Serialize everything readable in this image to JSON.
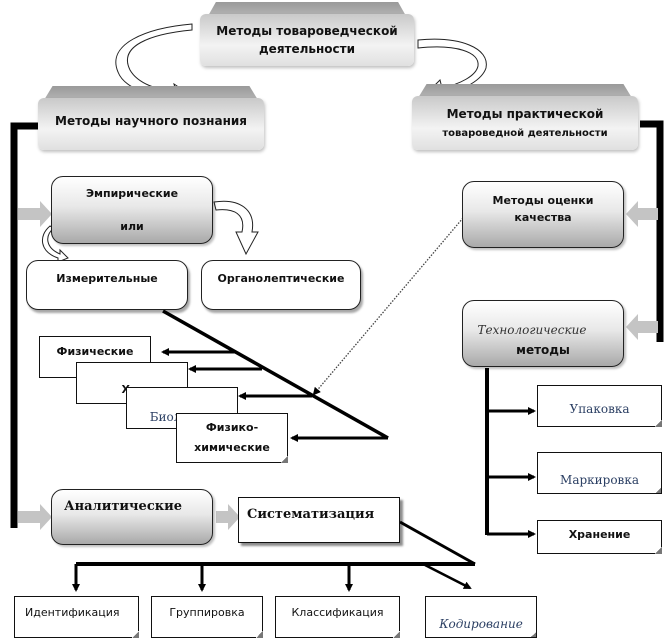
{
  "title": {
    "line1": "Методы товароведческой",
    "line2": "деятельности"
  },
  "scientific": {
    "label": "Методы научного познания"
  },
  "practical": {
    "line1": "Методы  практической",
    "line2": "товароведной   деятельности"
  },
  "empirical": {
    "line1": "Эмпирические",
    "line2": "или"
  },
  "measuring": {
    "label": "Измерительные"
  },
  "organoleptic": {
    "label": "Органолептические"
  },
  "measuring_types": [
    {
      "label": "Физические"
    },
    {
      "label": "Х..."
    },
    {
      "label": "Биологи..."
    },
    {
      "line1": "Физико-",
      "line2": "химические"
    }
  ],
  "quality": {
    "line1": "Методы оценки",
    "line2": "качества"
  },
  "technological": {
    "line1": "Технологические",
    "line2": "методы"
  },
  "tech_items": [
    {
      "label": "Упаковка"
    },
    {
      "label": "Маркировка"
    },
    {
      "label": "Хранение"
    }
  ],
  "analytical": {
    "label": "Аналитические"
  },
  "systematization": {
    "label": "Систематизация"
  },
  "system_items": [
    {
      "label": "Идентификация"
    },
    {
      "label": "Группировка"
    },
    {
      "label": "Классификация"
    },
    {
      "label": "Кодирование"
    }
  ]
}
